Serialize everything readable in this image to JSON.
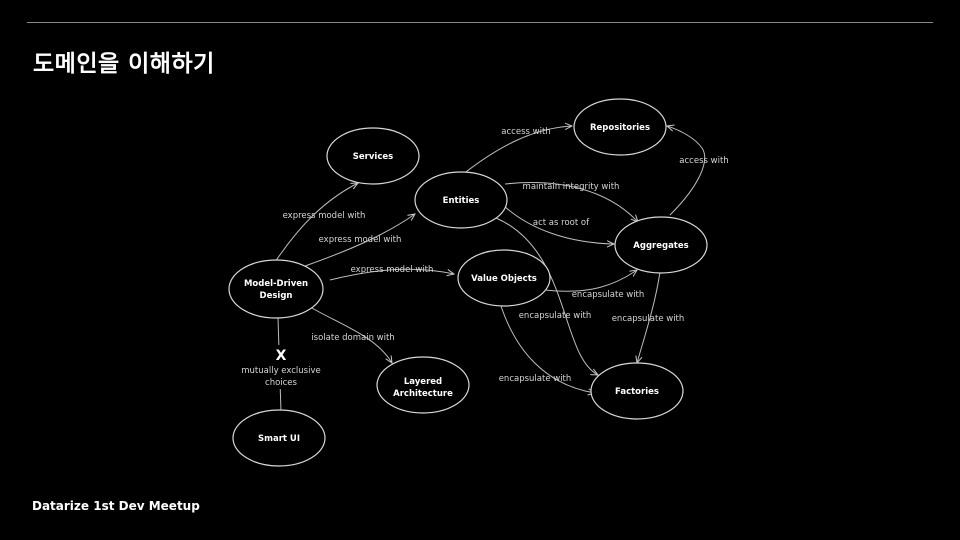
{
  "slide": {
    "title": "도메인을 이해하기",
    "footer": "Datarize 1st Dev Meetup"
  },
  "diagram": {
    "nodes": {
      "services": [
        "Services"
      ],
      "entities": [
        "Entities"
      ],
      "repositories": [
        "Repositories"
      ],
      "aggregates": [
        "Aggregates"
      ],
      "model_driven_design": [
        "Model-Driven",
        "Design"
      ],
      "value_objects": [
        "Value Objects"
      ],
      "layered_architecture": [
        "Layered",
        "Architecture"
      ],
      "factories": [
        "Factories"
      ],
      "smart_ui": [
        "Smart UI"
      ]
    },
    "edges": {
      "mdd_services": "express model with",
      "mdd_entities": "express model with",
      "mdd_value_objects": "express model with",
      "mdd_layered": "isolate domain with",
      "entities_repositories": "access with",
      "entities_aggregates_integrity": "maintain integrity with",
      "entities_aggregates_root": "act as root of",
      "aggregates_repositories": "access with",
      "value_objects_aggregates": "encapsulate with",
      "value_objects_factories": "encapsulate with",
      "aggregates_factories": "encapsulate with",
      "entities_factories": "encapsulate with"
    },
    "exclusive": {
      "mark": "X",
      "label": [
        "mutually exclusive",
        "choices"
      ]
    }
  }
}
